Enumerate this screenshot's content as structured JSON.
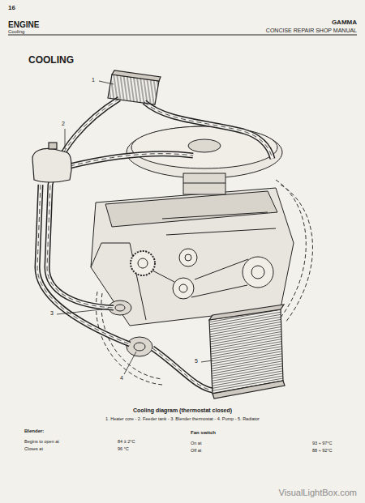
{
  "diagram": {
    "title": "COOLING",
    "caption": "Cooling diagram (thermostat closed)",
    "labels": [
      "16",
      "ENGINE",
      "Cooling",
      "GAMMA",
      "CONCISE REPAIR SHOP MANUAL",
      "1",
      "2",
      "3",
      "4",
      "5",
      "1. Heater core - 2. Feeder tank - 3. Blender thermostat - 4. Pump - 5. Radiator",
      "Blender:",
      "Begins to open at",
      "84 ± 2°C",
      "Closes at",
      "96 °C",
      "Fan switch",
      "On at",
      "93 ÷ 97°C",
      "Off at",
      "88 ÷ 92°C",
      "VisualLightBox.com"
    ]
  }
}
